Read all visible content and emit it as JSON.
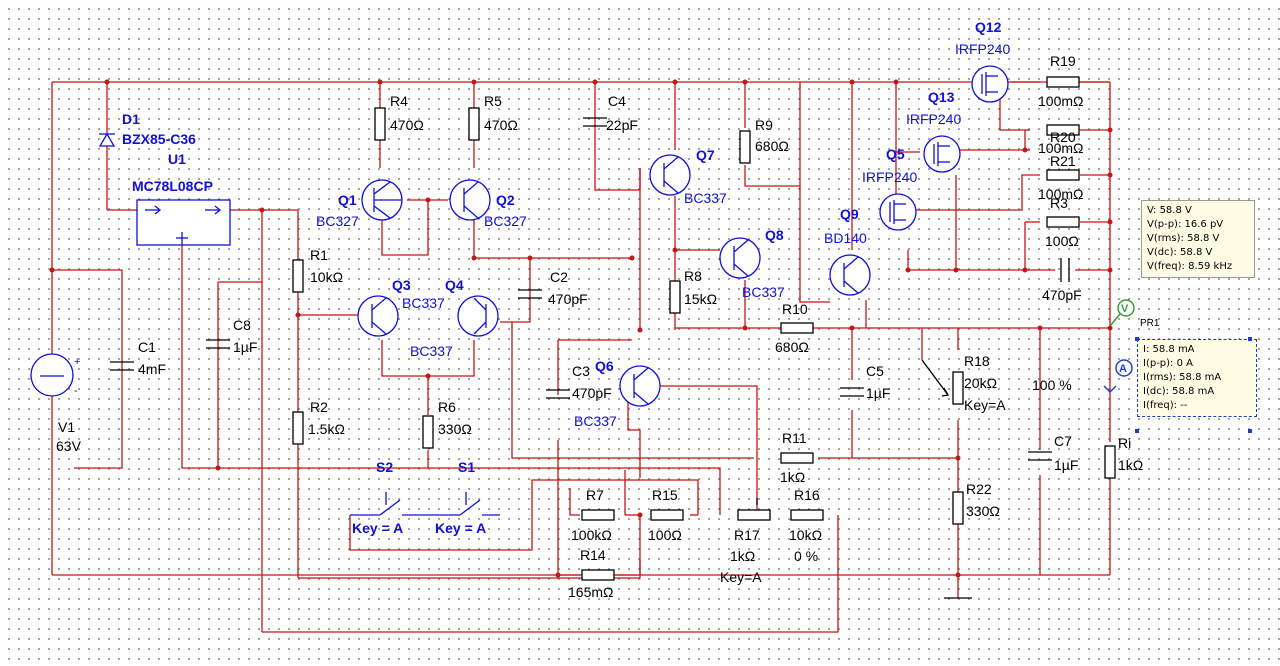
{
  "components": {
    "D1": {
      "ref": "D1",
      "value": "BZX85-C36"
    },
    "U1": {
      "ref": "U1",
      "value": "MC78L08CP"
    },
    "V1": {
      "ref": "V1",
      "value": "63V"
    },
    "C1": {
      "ref": "C1",
      "value": "4mF"
    },
    "C8": {
      "ref": "C8",
      "value": "1µF"
    },
    "R4": {
      "ref": "R4",
      "value": "470Ω"
    },
    "R5": {
      "ref": "R5",
      "value": "470Ω"
    },
    "Q1": {
      "ref": "Q1",
      "value": "BC327"
    },
    "Q2": {
      "ref": "Q2",
      "value": "BC327"
    },
    "Q3": {
      "ref": "Q3",
      "value": "BC337"
    },
    "Q4": {
      "ref": "Q4",
      "value": "BC337"
    },
    "R1": {
      "ref": "R1",
      "value": "10kΩ"
    },
    "R2": {
      "ref": "R2",
      "value": "1.5kΩ"
    },
    "R6": {
      "ref": "R6",
      "value": "330Ω"
    },
    "S1": {
      "ref": "S1",
      "value": "Key = A"
    },
    "S2": {
      "ref": "S2",
      "value": "Key = A"
    },
    "C2": {
      "ref": "C2",
      "value": "470pF"
    },
    "C3": {
      "ref": "C3",
      "value": "470pF"
    },
    "C4": {
      "ref": "C4",
      "value": "22pF"
    },
    "Q6": {
      "ref": "Q6",
      "value": "BC337"
    },
    "Q7": {
      "ref": "Q7",
      "value": "BC337"
    },
    "Q8": {
      "ref": "Q8",
      "value": "BC337"
    },
    "Q9": {
      "ref": "Q9",
      "value": "BD140"
    },
    "R8": {
      "ref": "R8",
      "value": "15kΩ"
    },
    "R9": {
      "ref": "R9",
      "value": "680Ω"
    },
    "R10": {
      "ref": "R10",
      "value": "680Ω"
    },
    "R7": {
      "ref": "R7",
      "value": "100kΩ"
    },
    "R14": {
      "ref": "R14",
      "value": "165mΩ"
    },
    "R15": {
      "ref": "R15",
      "value": "100Ω"
    },
    "R17": {
      "ref": "R17",
      "value": "1kΩ",
      "key": "Key=A",
      "setting": "0 %"
    },
    "R16": {
      "ref": "R16",
      "value": "10kΩ"
    },
    "R11": {
      "ref": "R11",
      "value": "1kΩ"
    },
    "C5": {
      "ref": "C5",
      "value": "1µF"
    },
    "R18": {
      "ref": "R18",
      "value": "20kΩ",
      "key": "Key=A",
      "setting": "100 %"
    },
    "R22": {
      "ref": "R22",
      "value": "330Ω"
    },
    "C7": {
      "ref": "C7",
      "value": "1µF"
    },
    "Ri": {
      "ref": "Ri",
      "value": "1kΩ"
    },
    "Q12": {
      "ref": "Q12",
      "value": "IRFP240"
    },
    "Q13": {
      "ref": "Q13",
      "value": "IRFP240"
    },
    "Q5": {
      "ref": "Q5",
      "value": "IRFP240"
    },
    "R19": {
      "ref": "R19",
      "value": "100mΩ"
    },
    "R20": {
      "ref": "R20",
      "value": "100mΩ"
    },
    "R21": {
      "ref": "R21",
      "value": "100mΩ"
    },
    "R3": {
      "ref": "R3",
      "value": "100Ω"
    },
    "C6": {
      "value": "470pF"
    },
    "PR1": {
      "ref": "PR1"
    }
  },
  "probes": {
    "voltage": {
      "symbol": "V",
      "readings": [
        "V: 58.8 V",
        "V(p-p): 16.6 pV",
        "V(rms): 58.8 V",
        "V(dc): 58.8 V",
        "V(freq): 8.59 kHz"
      ]
    },
    "current": {
      "symbol": "A",
      "readings": [
        "I: 58.8 mA",
        "I(p-p): 0 A",
        "I(rms): 58.8 mA",
        "I(dc): 58.8 mA",
        "I(freq): --"
      ]
    }
  },
  "colors": {
    "wire": "#c81414",
    "component_label": "#1010d8",
    "value_text": "#000000",
    "probe_bg": "#fffde6",
    "voltage_probe": "#3a9a3a",
    "current_probe": "#1a3fd0"
  }
}
